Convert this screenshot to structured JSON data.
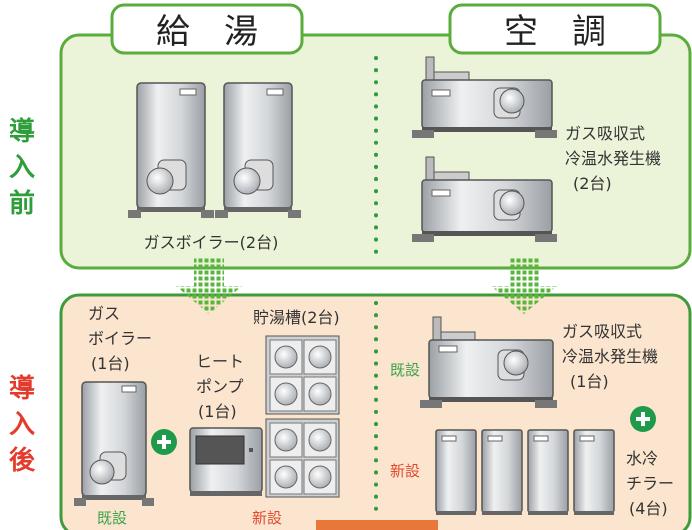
{
  "headers": {
    "left": "給　湯",
    "right": "空　調"
  },
  "side_labels": {
    "before": [
      "導",
      "入",
      "前"
    ],
    "after": [
      "導",
      "入",
      "後"
    ]
  },
  "before": {
    "boiler_caption": "ガスボイラー(2台)",
    "chiller_caption": [
      "ガス吸収式",
      "冷温水発生機",
      "(2台)"
    ]
  },
  "after": {
    "boiler_caption": [
      "ガス",
      "ボイラー",
      "(1台)"
    ],
    "boiler_status": "既設",
    "heatpump_caption": [
      "ヒート",
      "ポンプ",
      "(1台)"
    ],
    "tank_caption": "貯湯槽(2台)",
    "new_status_left": "新設",
    "existing_label": "既設",
    "new_label": "新設",
    "chiller_caption": [
      "ガス吸収式",
      "冷温水発生機",
      "(1台)"
    ],
    "water_chiller_caption": [
      "水冷",
      "チラー",
      "(4台)"
    ]
  },
  "colors": {
    "before_bg": "#ebf3d9",
    "before_border": "#5aac3c",
    "after_bg": "#fbe5cf",
    "after_border": "#3f9b3a",
    "before_label": "#2e9d3a",
    "after_label": "#e43c2c",
    "existing": "#3aa24a",
    "new": "#e0492c",
    "plus": "#1f9a4a"
  }
}
